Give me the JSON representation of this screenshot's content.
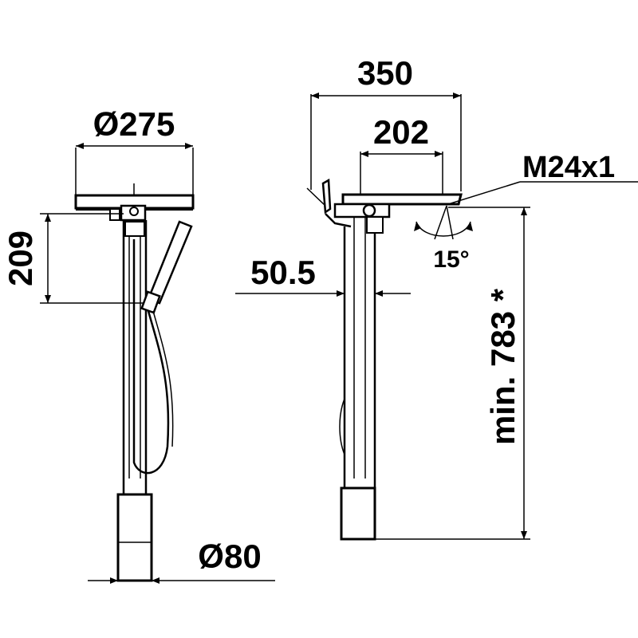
{
  "diagram": {
    "labels": {
      "diameter_basin": "Ø275",
      "height_hand_shower": "209",
      "diameter_base": "Ø80",
      "spout_length": "350",
      "spout_projection": "202",
      "thread": "M24x1",
      "offset": "50.5",
      "swivel_angle": "15°",
      "min_height": "min. 783 *"
    }
  }
}
